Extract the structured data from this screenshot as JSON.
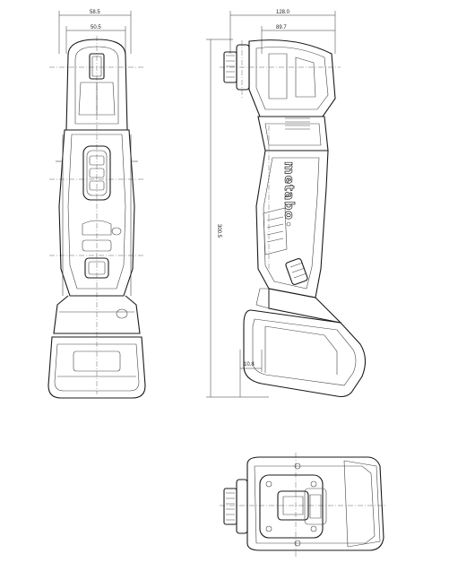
{
  "dimensions": {
    "front_outer_width": "58.5",
    "front_inner_width": "50.5",
    "side_total_length": "128.0",
    "side_head_length": "89.7",
    "side_height": "300.5",
    "side_battery_offset": "10.8"
  },
  "brand": "metabo",
  "colors": {
    "line": "#1a1a1a",
    "background": "#ffffff"
  }
}
